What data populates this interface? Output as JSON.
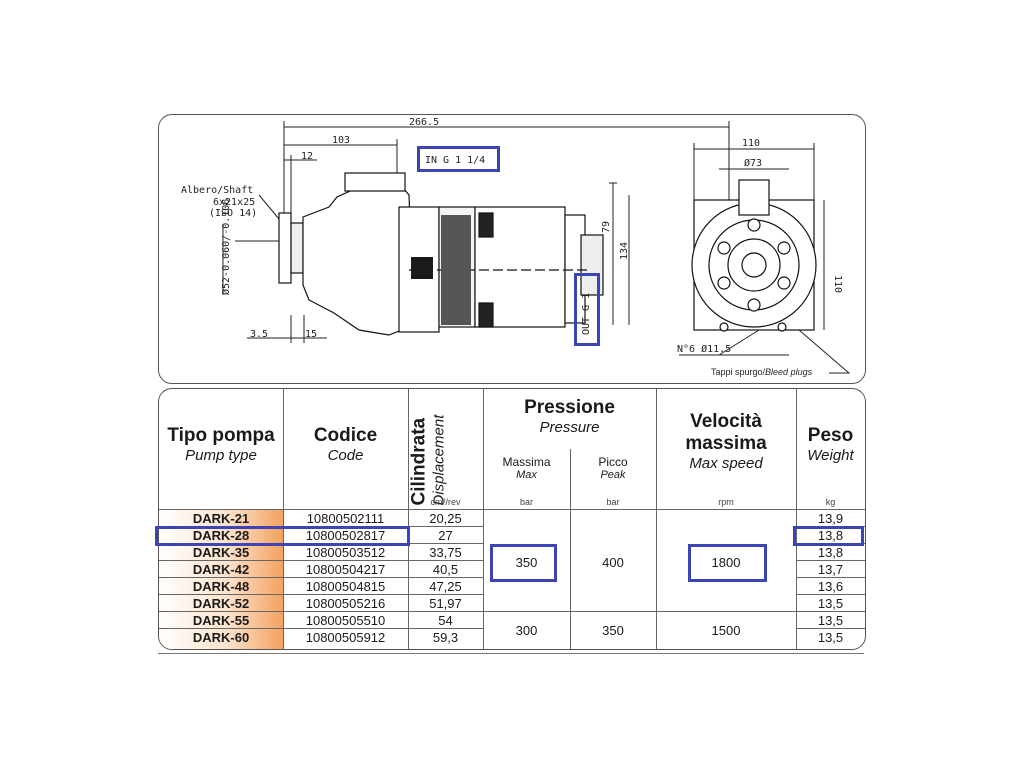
{
  "drawing": {
    "overall_length": "266.5",
    "dim_103": "103",
    "dim_12": "12",
    "dim_35": "3.5",
    "dim_15": "15",
    "dim_79": "79",
    "dim_134": "134",
    "shaft_label_1": "Albero/Shaft",
    "shaft_label_2": "6x21x25",
    "shaft_label_3": "(ISO 14)",
    "shaft_dia": "Ø52-0.060/-0.106",
    "inlet": "IN G 1 1/4",
    "outlet": "OUT G 1",
    "width_110": "110",
    "dia_73": "Ø73",
    "height_110": "110",
    "holes": "N°6 Ø11.5",
    "bleed_it": "Tappi spurgo/",
    "bleed_en": "Bleed plugs"
  },
  "table": {
    "headers": {
      "type_it": "Tipo pompa",
      "type_en": "Pump type",
      "code_it": "Codice",
      "code_en": "Code",
      "disp_it": "Cilindrata",
      "disp_en": "Displacement",
      "disp_unit": "cm³/rev",
      "press_it": "Pressione",
      "press_en": "Pressure",
      "max_it": "Massima",
      "max_en": "Max",
      "max_unit": "bar",
      "peak_it": "Picco",
      "peak_en": "Peak",
      "peak_unit": "bar",
      "speed_it1": "Velocità",
      "speed_it2": "massima",
      "speed_en": "Max speed",
      "speed_unit": "rpm",
      "weight_it": "Peso",
      "weight_en": "Weight",
      "weight_unit": "kg"
    },
    "rows": [
      {
        "model": "DARK-21",
        "code": "10800502111",
        "disp": "20,25",
        "weight": "13,9"
      },
      {
        "model": "DARK-28",
        "code": "10800502817",
        "disp": "27",
        "weight": "13,8"
      },
      {
        "model": "DARK-35",
        "code": "10800503512",
        "disp": "33,75",
        "weight": "13,8"
      },
      {
        "model": "DARK-42",
        "code": "10800504217",
        "disp": "40,5",
        "weight": "13,7"
      },
      {
        "model": "DARK-48",
        "code": "10800504815",
        "disp": "47,25",
        "weight": "13,6"
      },
      {
        "model": "DARK-52",
        "code": "10800505216",
        "disp": "51,97",
        "weight": "13,5"
      },
      {
        "model": "DARK-55",
        "code": "10800505510",
        "disp": "54",
        "weight": "13,5"
      },
      {
        "model": "DARK-60",
        "code": "10800505912",
        "disp": "59,3",
        "weight": "13,5"
      }
    ],
    "group1": {
      "max": "350",
      "peak": "400",
      "speed": "1800"
    },
    "group2": {
      "max": "300",
      "peak": "350",
      "speed": "1500"
    }
  },
  "colors": {
    "highlight": "#3b45b5",
    "model_cell_gradient": "#f3a160"
  }
}
